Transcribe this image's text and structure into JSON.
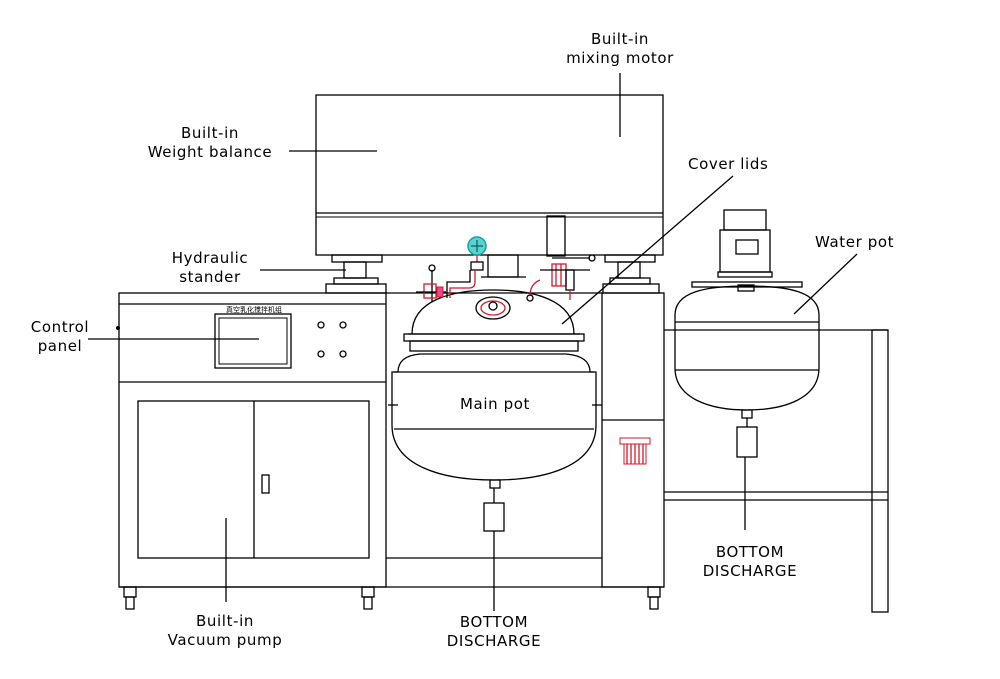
{
  "labels": {
    "mixing_motor": [
      "Built-in",
      "mixing motor"
    ],
    "weight_balance": [
      "Built-in",
      "Weight balance"
    ],
    "cover_lids": "Cover lids",
    "water_pot": "Water pot",
    "hydraulic_stander": [
      "Hydraulic",
      "stander"
    ],
    "control_panel": [
      "Control",
      "panel"
    ],
    "main_pot": "Main pot",
    "vacuum_pump": [
      "Built-in",
      "Vacuum pump"
    ],
    "bottom_discharge_main": [
      "BOTTOM",
      "DISCHARGE"
    ],
    "bottom_discharge_water": [
      "BOTTOM",
      "DISCHARGE"
    ],
    "panel_nameplate": "真空乳化搅拌机组"
  },
  "colors": {
    "line": "#000000",
    "accent_red": "#d6182b",
    "accent_teal": "#0aa6a6"
  }
}
